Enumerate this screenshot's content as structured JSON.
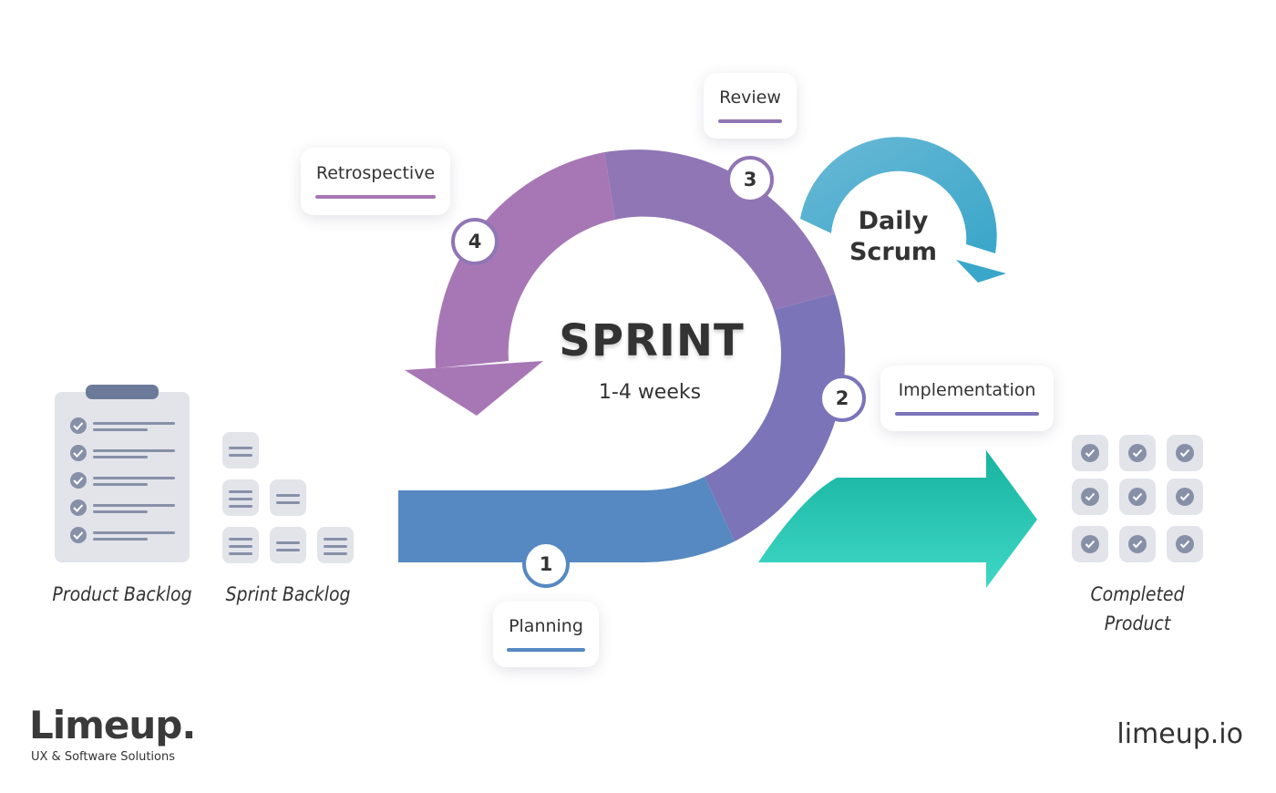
{
  "center": {
    "title": "SPRINT",
    "subtitle": "1-4 weeks"
  },
  "daily_scrum": {
    "line1": "Daily",
    "line2": "Scrum"
  },
  "phases": [
    {
      "step": "1",
      "label": "Planning"
    },
    {
      "step": "2",
      "label": "Implementation"
    },
    {
      "step": "3",
      "label": "Review"
    },
    {
      "step": "4",
      "label": "Retrospective"
    }
  ],
  "artifacts": {
    "product_backlog": "Product Backlog",
    "sprint_backlog": "Sprint Backlog",
    "completed_line1": "Completed",
    "completed_line2": "Product"
  },
  "brand": {
    "logo": "Limeup.",
    "tagline": "UX & Software Solutions",
    "url": "limeup.io"
  },
  "colors": {
    "planning": "#5689c1",
    "implementation": "#7b74b9",
    "review": "#9076b5",
    "retrospective": "#a777b5",
    "daily_scrum": "#5fb6cf",
    "output_arrow": "#1fbfab",
    "backlog_gray": "#e2e4ea",
    "backlog_icon": "#8890a8"
  }
}
